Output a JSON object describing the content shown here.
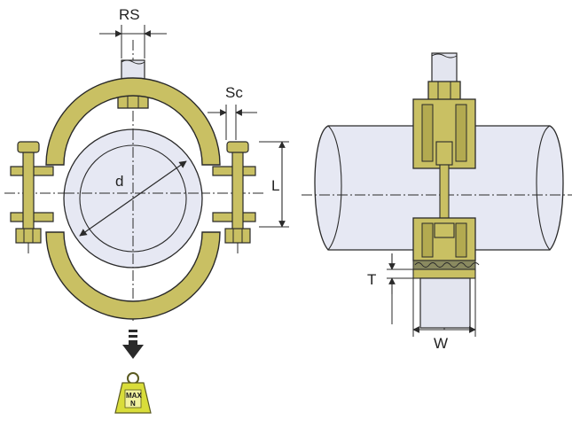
{
  "colors": {
    "clamp_fill": "#c9c063",
    "clamp_stroke": "#3a3a1a",
    "pipe_fill": "#e6e8f3",
    "rod_fill": "#e3e5ef",
    "line_dark": "#2a2a2a",
    "load_tag_fill": "#d9dd3a"
  },
  "labels": {
    "rod_size": "RS",
    "screw_clearance": "Sc",
    "diameter": "d",
    "bolt_length": "L",
    "lining_thickness": "T",
    "band_width": "W"
  },
  "load_tag": {
    "line1": "MAX",
    "line2": "N",
    "icon": "weight-icon"
  }
}
